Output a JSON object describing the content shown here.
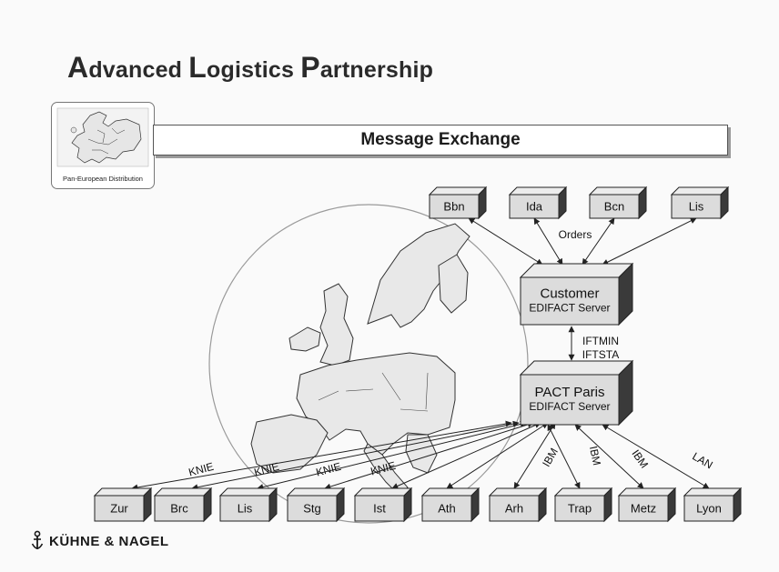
{
  "title": {
    "first_letter_1": "A",
    "rest_1": "dvanced ",
    "first_letter_2": "L",
    "rest_2": "ogistics ",
    "first_letter_3": "P",
    "rest_3": "artnership"
  },
  "inset_caption": "Pan-European Distribution",
  "banner_title": "Message Exchange",
  "top_nodes": [
    "Bbn",
    "Ida",
    "Bcn",
    "Lis"
  ],
  "orders_label": "Orders",
  "customer_server": {
    "line1": "Customer",
    "line2": "EDIFACT Server"
  },
  "middle_labels": [
    "IFTMIN",
    "IFTSTA"
  ],
  "pact_server": {
    "line1": "PACT Paris",
    "line2": "EDIFACT Server"
  },
  "bottom_nodes": [
    "Zur",
    "Brc",
    "Lis",
    "Stg",
    "Ist",
    "Ath",
    "Arh",
    "Trap",
    "Metz",
    "Lyon"
  ],
  "link_labels": {
    "knie": [
      "KNIE",
      "KNIE",
      "KNIE",
      "KNIE"
    ],
    "ibm": [
      "IBM",
      "IBM",
      "IBM"
    ],
    "lan": "LAN"
  },
  "logo_text": "KÜHNE & NAGEL",
  "colors": {
    "box_front": "#dcdcdc",
    "box_top": "#ececec",
    "box_side": "#3a3a3a",
    "line": "#222222",
    "map": "#e8e8e8"
  }
}
